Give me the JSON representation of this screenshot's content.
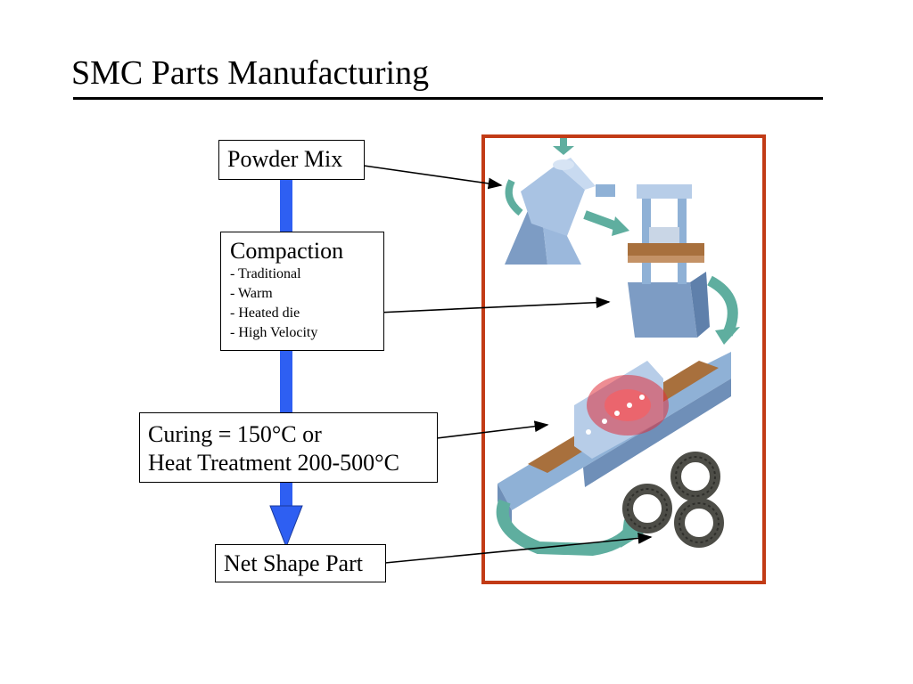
{
  "slide": {
    "title": "SMC Parts Manufacturing"
  },
  "flow": {
    "powder_mix": "Powder Mix",
    "compaction": {
      "title": "Compaction",
      "items": [
        "- Traditional",
        "- Warm",
        "- Heated die",
        "- High Velocity"
      ]
    },
    "curing": {
      "line1": "Curing = 150°C or",
      "line2": "Heat Treatment 200-500°C"
    },
    "net_shape": "Net Shape Part"
  },
  "colors": {
    "flow_arrow": "#2e5ff2",
    "panel_border": "#c23b16",
    "machine_blue": "#8fb1d6",
    "process_arrow": "#5fae9f",
    "heat_glow": "#e0303a",
    "part_dark": "#4d4d47"
  },
  "icons": [
    "mixer-icon",
    "press-icon",
    "furnace-icon",
    "net-shape-parts-icon"
  ]
}
